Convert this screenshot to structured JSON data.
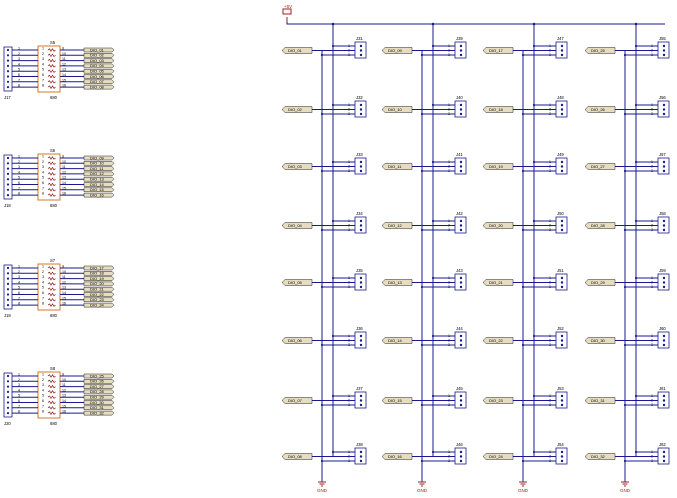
{
  "power": {
    "label": "+5V"
  },
  "gnd_label": "GND",
  "resistor_packs": [
    {
      "ref": "S5",
      "value": "680",
      "header": "J17",
      "start": 1
    },
    {
      "ref": "S6",
      "value": "680",
      "header": "J18",
      "start": 9
    },
    {
      "ref": "S7",
      "value": "680",
      "header": "J19",
      "start": 17
    },
    {
      "ref": "S8",
      "value": "680",
      "header": "J20",
      "start": 25
    }
  ],
  "rpack_pin_pairs": [
    [
      "1",
      "9"
    ],
    [
      "2",
      "10"
    ],
    [
      "3",
      "11"
    ],
    [
      "4",
      "12"
    ],
    [
      "5",
      "13"
    ],
    [
      "6",
      "14"
    ],
    [
      "7",
      "15"
    ],
    [
      "8",
      "16"
    ]
  ],
  "connector_pins": [
    "1",
    "2",
    "3"
  ],
  "columns": [
    {
      "nets": [
        "DIO_01",
        "DIO_02",
        "DIO_03",
        "DIO_04",
        "DIO_05",
        "DIO_06",
        "DIO_07",
        "DIO_08"
      ],
      "refs": [
        "J31",
        "J32",
        "J33",
        "J34",
        "J35",
        "J36",
        "J37",
        "J38"
      ]
    },
    {
      "nets": [
        "DIO_09",
        "DIO_10",
        "DIO_11",
        "DIO_12",
        "DIO_13",
        "DIO_14",
        "DIO_15",
        "DIO_16"
      ],
      "refs": [
        "J39",
        "J40",
        "J41",
        "J42",
        "J43",
        "J44",
        "J45",
        "J46"
      ]
    },
    {
      "nets": [
        "DIO_17",
        "DIO_18",
        "DIO_19",
        "DIO_20",
        "DIO_21",
        "DIO_22",
        "DIO_23",
        "DIO_24"
      ],
      "refs": [
        "J47",
        "J48",
        "J49",
        "J50",
        "J51",
        "J52",
        "J53",
        "J54"
      ]
    },
    {
      "nets": [
        "DIO_25",
        "DIO_26",
        "DIO_27",
        "DIO_28",
        "DIO_29",
        "DIO_30",
        "DIO_31",
        "DIO_32"
      ],
      "refs": [
        "J55",
        "J56",
        "J57",
        "J58",
        "J59",
        "J60",
        "J61",
        "J62"
      ]
    }
  ]
}
